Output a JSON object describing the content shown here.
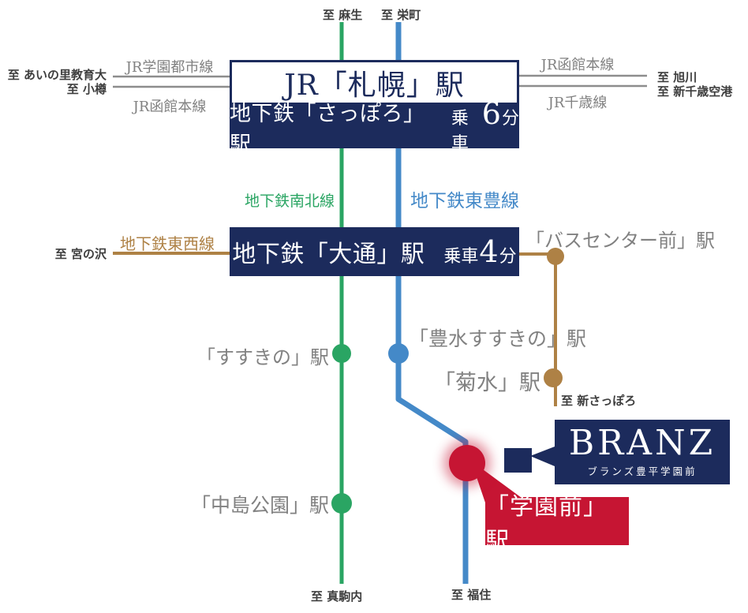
{
  "colors": {
    "navy": "#1c2b5c",
    "green": "#2aa563",
    "blue": "#4489c8",
    "brown": "#ae8145",
    "red": "#c61533",
    "line_gray": "#8d8d8d",
    "station_gray": "#818181",
    "dest_dark": "#3e3e3e",
    "bg": "#ffffff"
  },
  "jr_sapporo_box": {
    "title": "JR「札幌」駅"
  },
  "subway_sapporo_bar": {
    "station": "地下鉄「さっぽろ」駅",
    "ride_prefix": "乗車",
    "ride_minutes": "6",
    "ride_unit": "分"
  },
  "odori_box": {
    "station": "地下鉄「大通」駅",
    "ride_prefix": "乗車",
    "ride_minutes": "4",
    "ride_unit": "分"
  },
  "line_labels": {
    "jr_gakuen_toshi": "JR学園都市線",
    "jr_hakodate_west": "JR函館本線",
    "jr_hakodate_east": "JR函館本線",
    "jr_chitose": "JR千歳線",
    "subway_namboku": "地下鉄南北線",
    "subway_toho": "地下鉄東豊線",
    "subway_tozai": "地下鉄東西線"
  },
  "destinations": {
    "asabu": "至 麻生",
    "sakaemachi": "至 栄町",
    "ainosato_kyoikudai": "至 あいの里教育大",
    "otaru": "至 小樽",
    "asahikawa": "至 旭川",
    "shin_chitose_airport": "至 新千歳空港",
    "miyanosawa": "至 宮の沢",
    "shin_sapporo": "至 新さっぽろ",
    "makomanai": "至 真駒内",
    "fukuzumi": "至 福住"
  },
  "stations": {
    "bus_center_mae": "「バスセンター前」駅",
    "hosui_susukino": "「豊水すすきの」駅",
    "kikusui": "「菊水」駅",
    "susukino": "「すすきの」駅",
    "nakajima_koen": "「中島公園」駅",
    "gakuen_mae": "「学園前」駅"
  },
  "branz": {
    "logo": "BRANZ",
    "subtitle": "ブランズ豊平学園前"
  }
}
